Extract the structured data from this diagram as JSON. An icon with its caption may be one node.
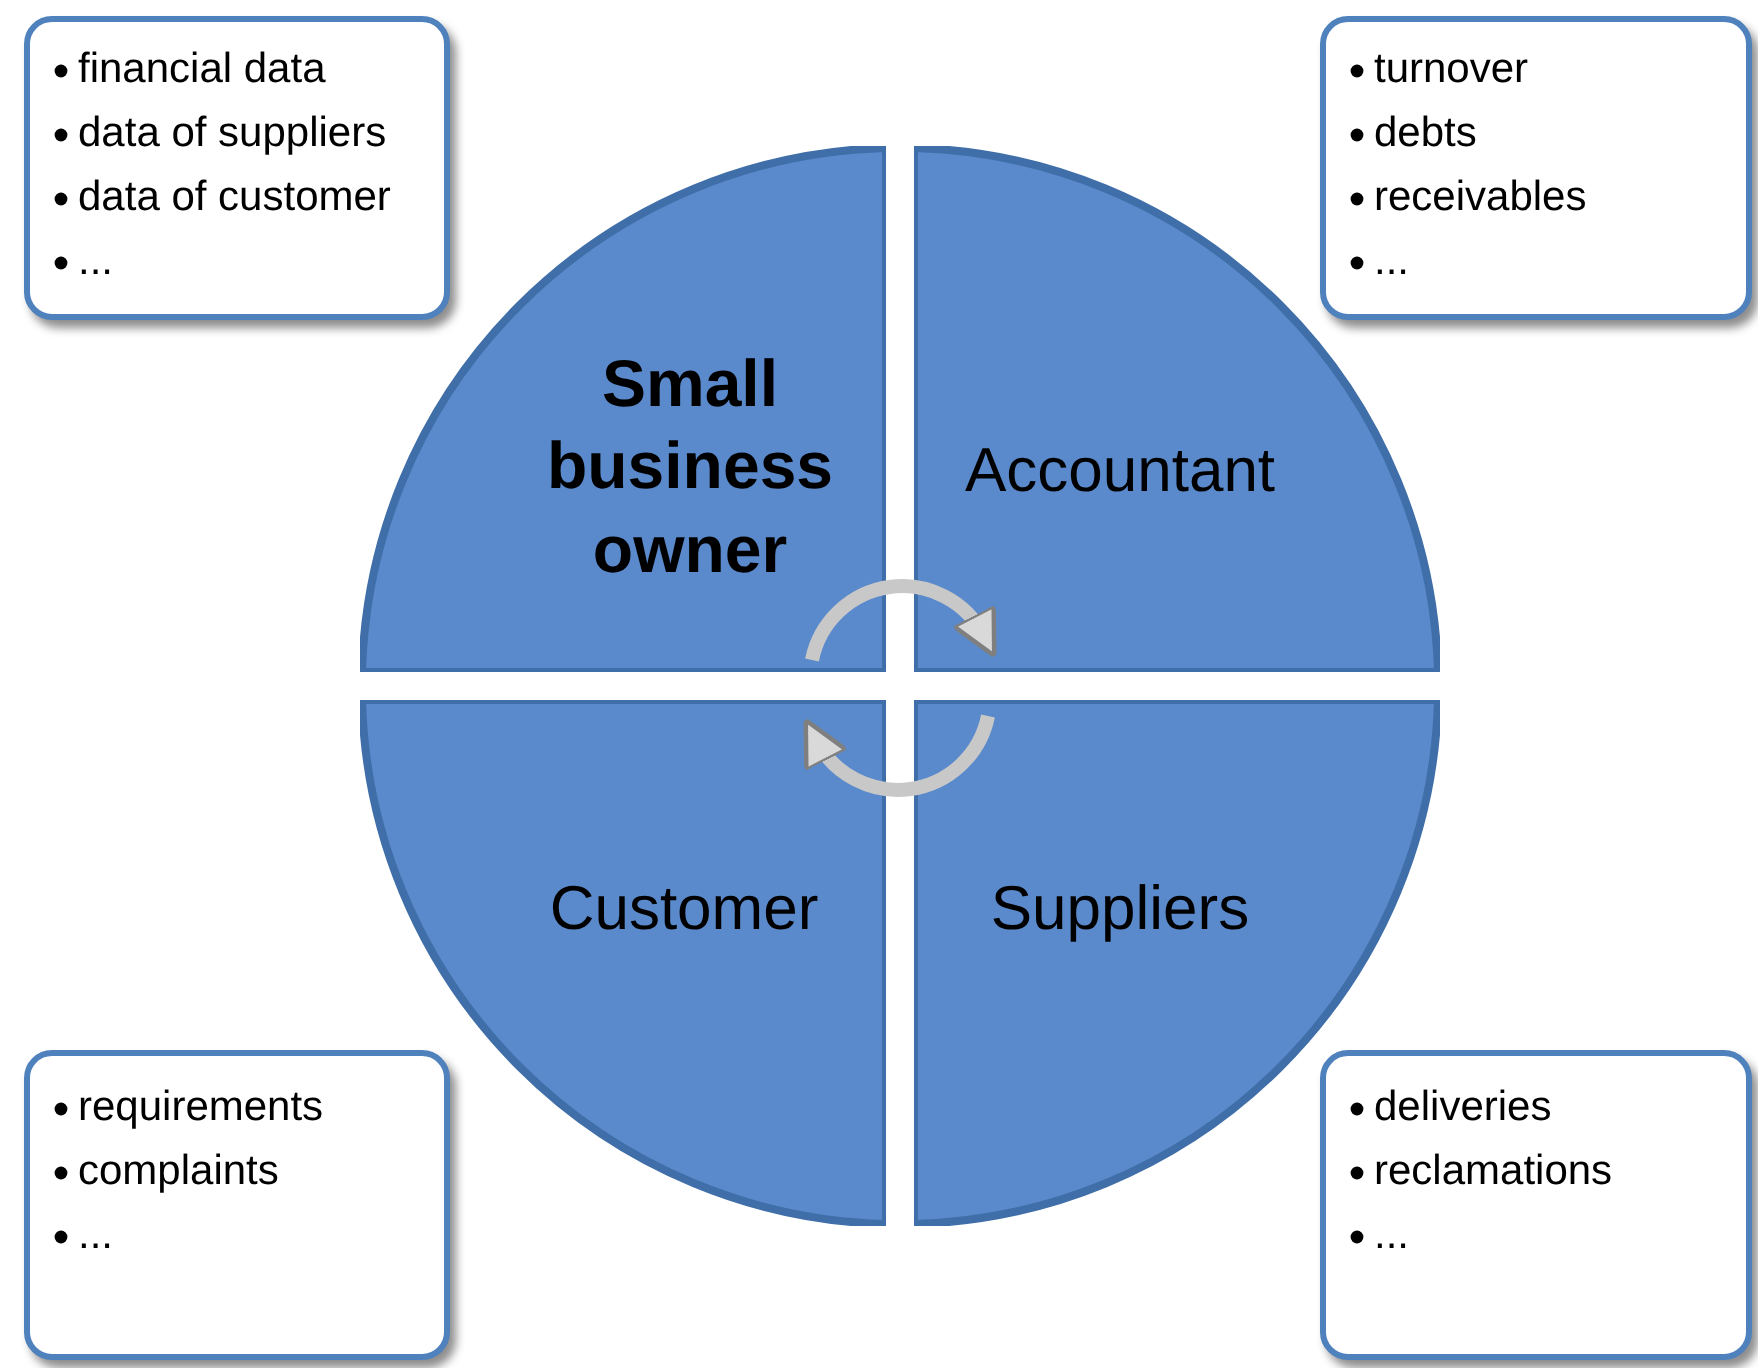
{
  "diagram": {
    "nodes": [
      {
        "text": [
          "financial data",
          "data of suppliers",
          "data of customer",
          "..."
        ]
      },
      {
        "text": [
          "turnover",
          "debts",
          "receivables",
          "..."
        ]
      },
      {
        "text": [
          "Small business owner"
        ]
      },
      {
        "text": [
          "Accountant"
        ]
      },
      {
        "text": [
          "Customer"
        ]
      },
      {
        "text": [
          "Suppliers"
        ]
      },
      {
        "text": [
          "requirements",
          "complaints",
          "..."
        ]
      },
      {
        "text": [
          "deliveries",
          "reclamations",
          "..."
        ]
      }
    ],
    "edges": [
      {
        "from": 2,
        "to": 3,
        "arrow": "to"
      },
      {
        "from": 5,
        "to": 4,
        "arrow": "to"
      }
    ]
  }
}
